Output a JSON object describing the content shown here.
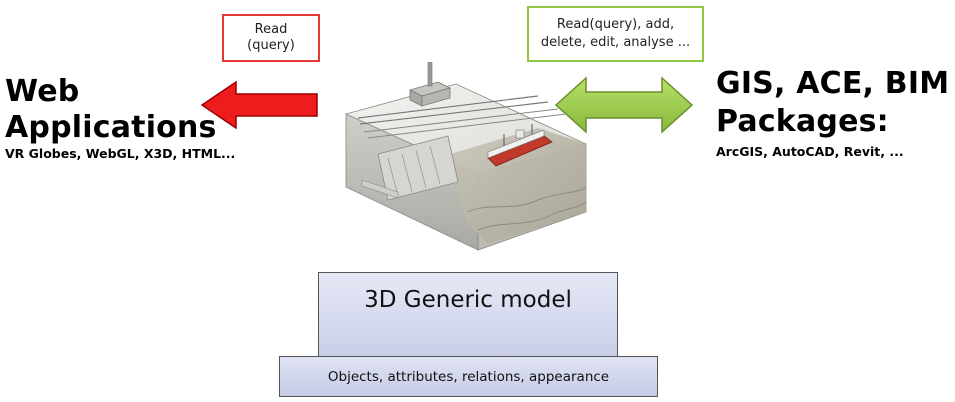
{
  "read_box": {
    "line1": "Read",
    "line2": "(query)"
  },
  "rw_box": {
    "line1": "Read(query), add,",
    "line2": "delete, edit, analyse ..."
  },
  "left_panel": {
    "title_line1": "Web",
    "title_line2": "Applications",
    "subtitle": "VR Globes, WebGL, X3D, HTML..."
  },
  "right_panel": {
    "title_line1": "GIS, ACE, BIM",
    "title_line2": "Packages:",
    "subtitle": "ArcGIS, AutoCAD, Revit, ..."
  },
  "model": {
    "top_label": "3D Generic model",
    "base_label": "Objects, attributes, relations, appearance"
  },
  "colors": {
    "read_accent": "#e53935",
    "readwrite_accent": "#8dc63f"
  },
  "icons": {
    "left_arrow": "red-left-arrow-icon",
    "double_arrow": "green-double-arrow-icon",
    "harbour": "harbour-3d-model-icon"
  }
}
